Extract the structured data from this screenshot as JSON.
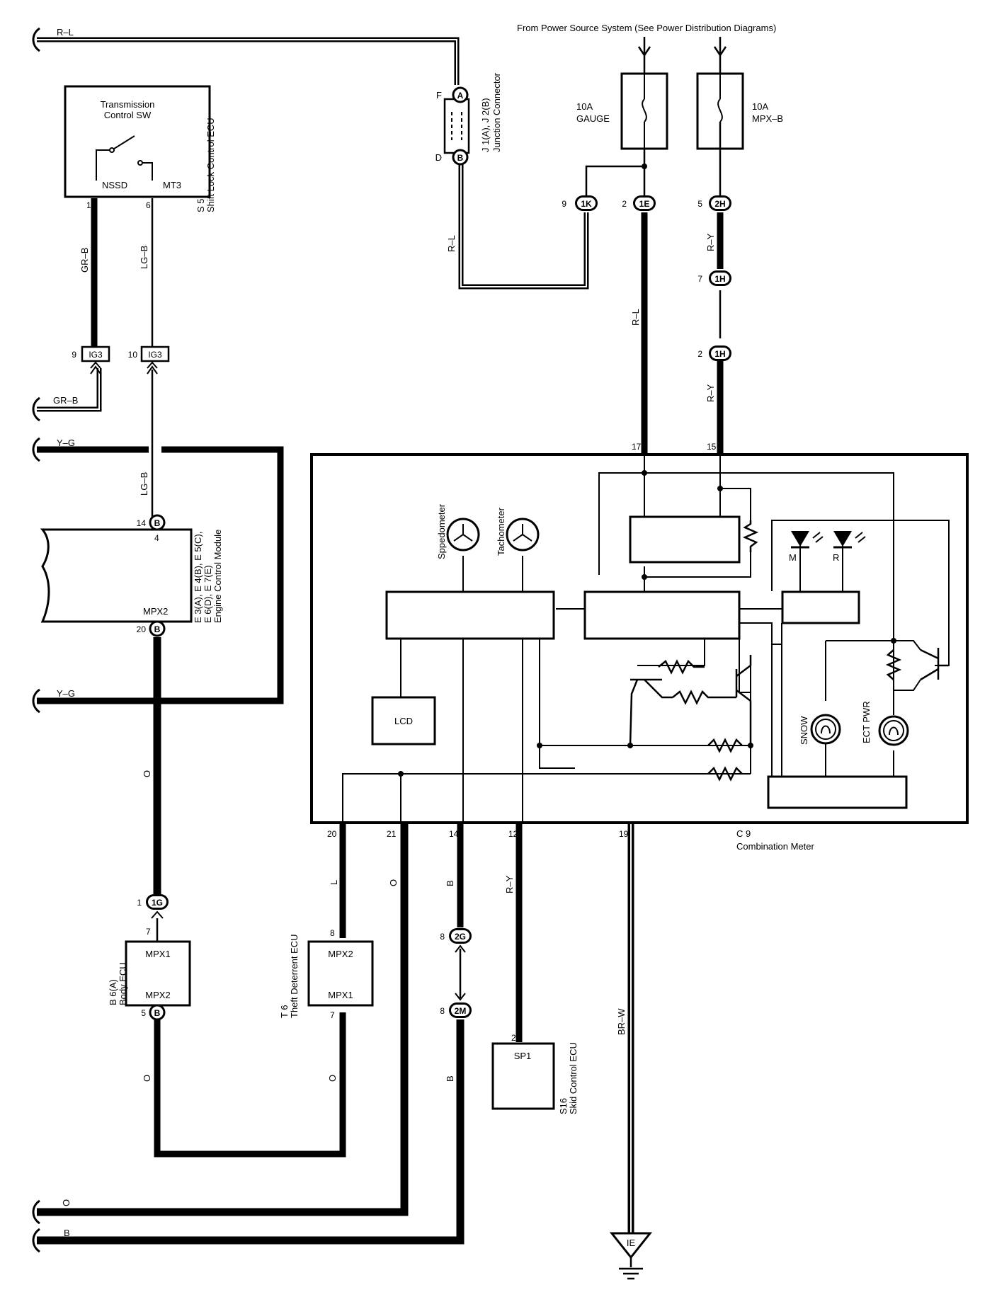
{
  "power_source_note": "From Power Source System (See Power Distribution Diagrams)",
  "fuses": [
    {
      "id": "gauge",
      "rating": "10A",
      "name": "GAUGE"
    },
    {
      "id": "mpxb",
      "rating": "10A",
      "name": "MPX–B"
    }
  ],
  "components": {
    "s5": {
      "title_line1": "Transmission",
      "title_line2": "Control SW",
      "term_left": "NSSD",
      "term_right": "MT3",
      "pin_left": "1",
      "pin_right": "6",
      "ref": "S 5",
      "name": "Shift Lock Control ECU"
    },
    "junction": {
      "pin_top": "F",
      "pin_bottom": "D",
      "badge_top": "A",
      "badge_bottom": "B",
      "ref": "J 1(A), J 2(B)",
      "name": "Junction Connector"
    },
    "ecm": {
      "pin_top_outer": "14",
      "pin_top_inner": "4",
      "badge_top": "B",
      "label": "MPX2",
      "pin_bottom": "20",
      "badge_bottom": "B",
      "ref": "E 3(A), E 4(B), E 5(C),",
      "ref2": "E 6(D), E 7(E)",
      "name": "Engine Control Module"
    },
    "body_ecu": {
      "pin_top": "7",
      "label_top": "MPX1",
      "label_bottom": "MPX2",
      "pin_bottom": "5",
      "badge_bottom": "B",
      "ref": "B 6(A)",
      "name": "Body ECU"
    },
    "theft": {
      "pin_top": "8",
      "label_top": "MPX2",
      "label_bottom": "MPX1",
      "pin_bottom": "7",
      "ref": "T 6",
      "name": "Theft Deterrent ECU"
    },
    "skid": {
      "pin": "2",
      "label": "SP1",
      "ref": "S16",
      "name": "Skid Control ECU"
    },
    "meter": {
      "ref": "C 9",
      "name": "Combination Meter",
      "speedo": "Sppedometer",
      "tacho": "Tachometer",
      "lcd": "LCD",
      "led_m": "M",
      "led_r": "R",
      "snow": "SNOW",
      "ect": "ECT PWR",
      "pin_17": "17",
      "pin_15": "15",
      "pin_20": "20",
      "pin_21": "21",
      "pin_14": "14",
      "pin_12": "12",
      "pin_19": "19"
    },
    "ground": {
      "label": "IE"
    }
  },
  "connectors": [
    {
      "id": "c1k",
      "pin": "9",
      "code": "1K"
    },
    {
      "id": "c1e",
      "pin": "2",
      "code": "1E"
    },
    {
      "id": "c2h",
      "pin": "5",
      "code": "2H"
    },
    {
      "id": "c1h7",
      "pin": "7",
      "code": "1H"
    },
    {
      "id": "c1h2",
      "pin": "2",
      "code": "1H"
    },
    {
      "id": "ig3a",
      "pin": "9",
      "code": "IG3"
    },
    {
      "id": "ig3b",
      "pin": "10",
      "code": "IG3"
    },
    {
      "id": "c1g",
      "pin": "1",
      "code": "1G"
    },
    {
      "id": "c2g",
      "pin": "8",
      "code": "2G"
    },
    {
      "id": "c2m",
      "pin": "8",
      "code": "2M"
    }
  ],
  "wires": {
    "rl_top": "R–L",
    "rl_junction": "R–L",
    "rl_meter": "R–L",
    "ry_upper": "R–Y",
    "ry_lower": "R–Y",
    "grb_vert": "GR–B",
    "lgb_vert": "LG–B",
    "grb_left": "GR–B",
    "lgb_lower": "LG–B",
    "yg_top": "Y–G",
    "yg_mid": "Y–G",
    "o_ecm": "O",
    "l_20": "L",
    "o_21": "O",
    "b_14": "B",
    "ry_12": "R–Y",
    "brw": "BR–W",
    "o_body": "O",
    "o_theft": "O",
    "b_skid": "B",
    "o_bottom": "O",
    "b_bottom": "B"
  }
}
